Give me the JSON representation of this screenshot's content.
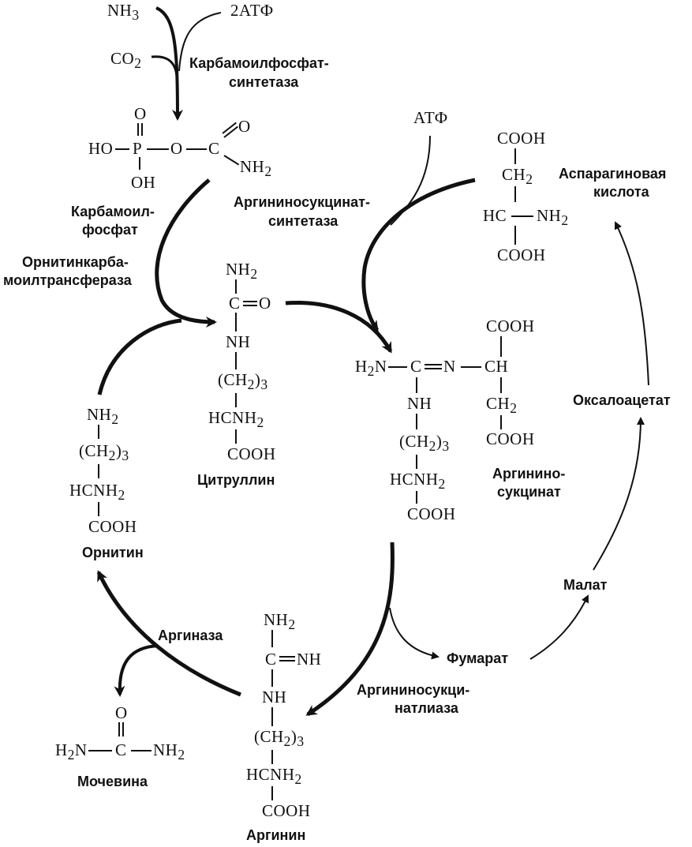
{
  "reagents": {
    "nh3": "NH3",
    "atp2": "2АТФ",
    "co2": "CO2",
    "atp": "АТФ"
  },
  "enzymes": {
    "carbamoyl_phosphate_synthetase_1": "Карбамоилфосфат-",
    "carbamoyl_phosphate_synthetase_2": "синтетаза",
    "ornithine_transcarbamoylase_1": "Орнитинкарба-",
    "ornithine_transcarbamoylase_2": "моилтрансфераза",
    "argininosuccinate_synthetase_1": "Аргининосукцинат-",
    "argininosuccinate_synthetase_2": "синтетаза",
    "argininosuccinate_lyase_1": "Аргининосукци-",
    "argininosuccinate_lyase_2": "натлиаза",
    "arginase": "Аргиназа"
  },
  "compounds": {
    "carbamoyl_phosphate_1": "Карбамоил-",
    "carbamoyl_phosphate_2": "фосфат",
    "citrulline": "Цитруллин",
    "ornithine": "Орнитин",
    "argininosuccinate_1": "Аргинино-",
    "argininosuccinate_2": "сукцинат",
    "aspartic_acid_1": "Аспарагиновая",
    "aspartic_acid_2": "кислота",
    "oxaloacetate": "Оксалоацетат",
    "malate": "Малат",
    "fumarate": "Фумарат",
    "arginine": "Аргинин",
    "urea": "Мочевина"
  },
  "formulas": {
    "o": "O",
    "p": "P",
    "ho": "HO",
    "oh": "OH",
    "c": "C",
    "nh2": "NH2",
    "h2n": "H2N",
    "nh": "NH",
    "ch2_3": "(CH2)3",
    "ch2": "CH2",
    "hcnh2": "HCNH2",
    "hc": "HC",
    "ch": "CH",
    "cooh": "COOH",
    "n": "N",
    "eq_nh": "C=NH",
    "c_eq_o": "C=O"
  }
}
